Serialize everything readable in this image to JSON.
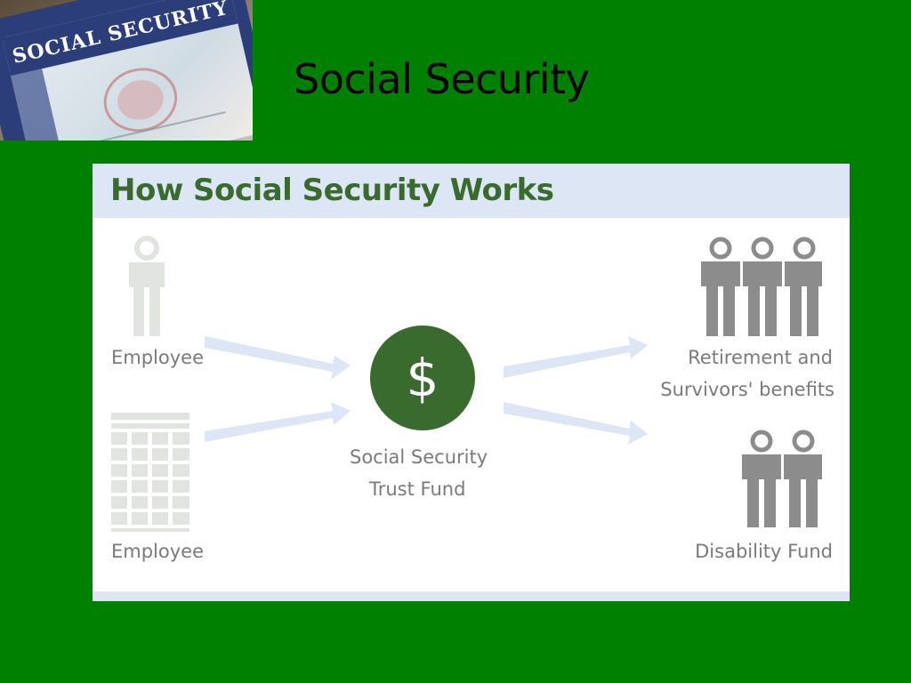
{
  "slide": {
    "title": "Social Security"
  },
  "card_image": {
    "text": "SOCIAL SECURITY"
  },
  "diagram": {
    "heading": "How Social Security Works",
    "sources": [
      {
        "label": "Employee"
      },
      {
        "label": "Employee"
      }
    ],
    "fund": {
      "symbol": "$",
      "label_line1": "Social Security",
      "label_line2": "Trust Fund"
    },
    "outputs": [
      {
        "label_line1": "Retirement and",
        "label_line2": "Survivors' benefits"
      },
      {
        "label_line1": "Disability Fund"
      }
    ]
  },
  "colors": {
    "background": "#008000",
    "header_band": "#dce6f5",
    "heading_text": "#3a6b2e",
    "fund_circle": "#3a6b2e",
    "arrow": "#dce6f5",
    "person_light": "#e2e4e2",
    "person_dark": "#8c8c8c",
    "label_text": "#7a7a7a"
  },
  "icons": {
    "card": "social-security-card-icon",
    "employee": "person-icon",
    "employer": "building-icon",
    "fund": "dollar-circle-icon",
    "retirees": "people-group-icon",
    "disabled": "people-pair-icon"
  }
}
